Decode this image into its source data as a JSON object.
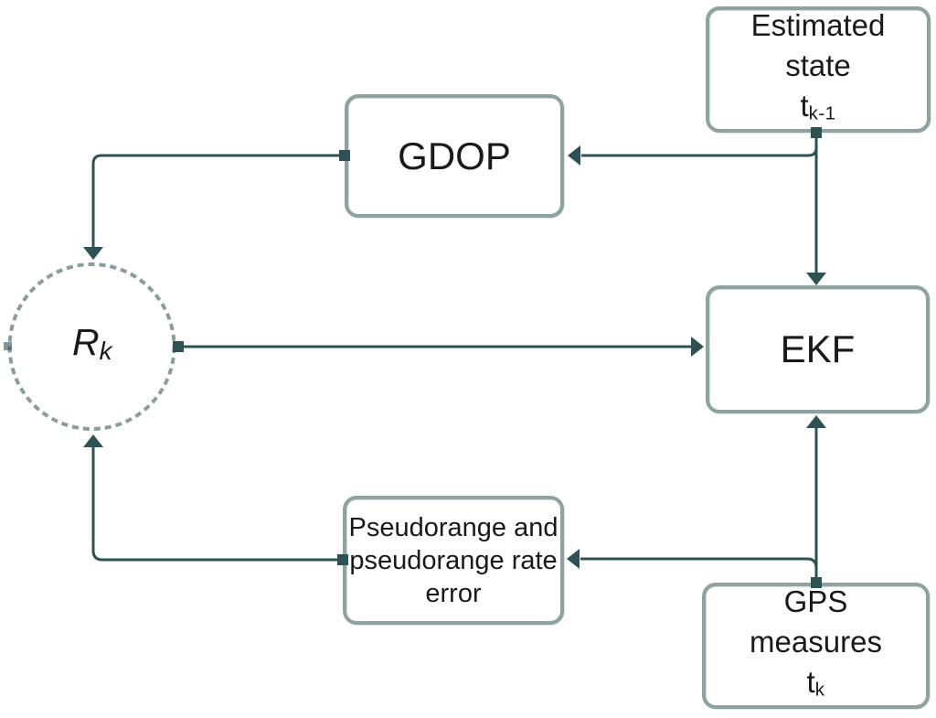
{
  "diagram": {
    "type": "flowchart",
    "background": "#ffffff",
    "colors": {
      "connector": "#2e5254",
      "box_border": "#8fa2a2",
      "circle_border": "#8a9d9d",
      "text": "#1a1a1a"
    },
    "nodes": {
      "estimated_state": {
        "line1": "Estimated",
        "line2": "state",
        "time_symbol": "t",
        "time_subscript": "k-1"
      },
      "gdop": {
        "label": "GDOP"
      },
      "ekf": {
        "label": "EKF"
      },
      "rk": {
        "symbol": "R",
        "subscript": "k"
      },
      "pseudorange": {
        "line1": "Pseudorange and",
        "line2": "pseudorange rate",
        "line3": "error"
      },
      "gps_measures": {
        "line1": "GPS",
        "line2": "measures",
        "time_symbol": "t",
        "time_subscript": "k"
      }
    },
    "edges": [
      {
        "from": "estimated_state",
        "to": "gdop"
      },
      {
        "from": "estimated_state",
        "to": "ekf"
      },
      {
        "from": "gdop",
        "to": "rk"
      },
      {
        "from": "rk",
        "to": "ekf"
      },
      {
        "from": "gps_measures",
        "to": "pseudorange"
      },
      {
        "from": "gps_measures",
        "to": "ekf"
      },
      {
        "from": "pseudorange",
        "to": "rk"
      }
    ]
  }
}
